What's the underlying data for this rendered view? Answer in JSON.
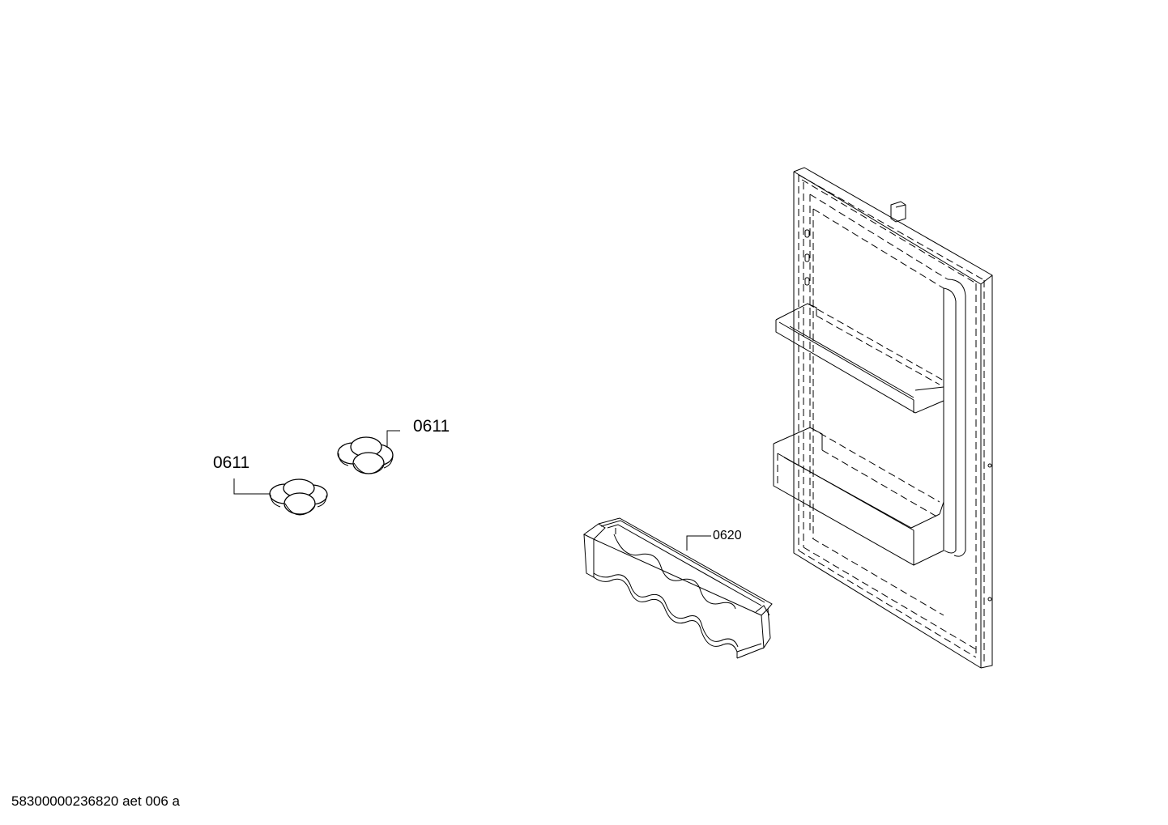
{
  "parts": [
    {
      "id": "egg-tray-a",
      "label": "0611"
    },
    {
      "id": "egg-tray-b",
      "label": "0611"
    },
    {
      "id": "door-bin",
      "label": "0620"
    }
  ],
  "footer_code": "58300000236820 aet 006 a"
}
